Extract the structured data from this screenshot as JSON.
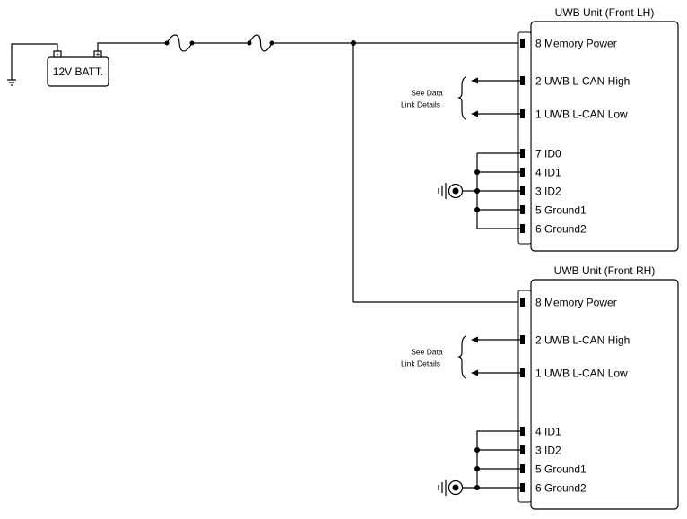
{
  "battery": {
    "label": "12V BATT.",
    "neg_symbol": "-",
    "pos_symbol": "+"
  },
  "units": [
    {
      "title": "UWB Unit (Front LH)",
      "pins": {
        "memory_power": "8 Memory Power",
        "can_high": "2 UWB L-CAN High",
        "can_low": "1 UWB L-CAN Low",
        "id0": "7 ID0",
        "id1": "4 ID1",
        "id2": "3 ID2",
        "ground1": "5 Ground1",
        "ground2": "6 Ground2"
      },
      "note_line1": "See Data",
      "note_line2": "Link Details"
    },
    {
      "title": "UWB Unit (Front RH)",
      "pins": {
        "memory_power": "8 Memory Power",
        "can_high": "2 UWB L-CAN High",
        "can_low": "1 UWB L-CAN Low",
        "id1": "4 ID1",
        "id2": "3 ID2",
        "ground1": "5 Ground1",
        "ground2": "6 Ground2"
      },
      "note_line1": "See Data",
      "note_line2": "Link Details"
    }
  ]
}
